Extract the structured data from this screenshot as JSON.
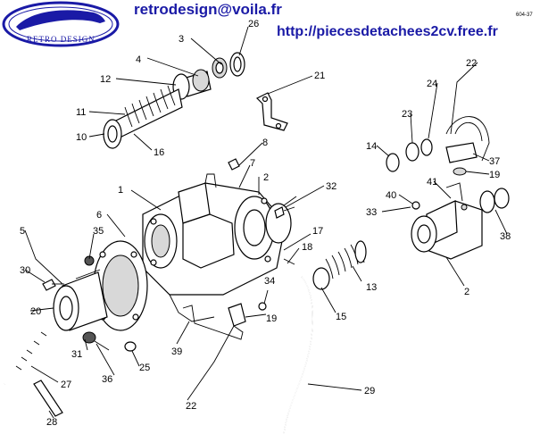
{
  "header": {
    "email": "retrodesign@voila.fr",
    "url": "http://piecesdetachees2cv.free.fr",
    "ref_code": "604-37"
  },
  "logo": {
    "text": "RETRO DESIGN",
    "colors": {
      "ring": "#1a1aa6",
      "fill": "#ffffff"
    }
  },
  "callouts": {
    "c1": "1",
    "c2": "2",
    "c2b": "2",
    "c3": "3",
    "c4": "4",
    "c5": "5",
    "c6": "6",
    "c7": "7",
    "c8": "8",
    "c10": "10",
    "c11": "11",
    "c12": "12",
    "c13": "13",
    "c14": "14",
    "c15": "15",
    "c16": "16",
    "c17": "17",
    "c18": "18",
    "c19a": "19",
    "c19b": "19",
    "c20": "20",
    "c21": "21",
    "c22a": "22",
    "c22b": "22",
    "c23": "23",
    "c24": "24",
    "c25": "25",
    "c26": "26",
    "c27": "27",
    "c28": "28",
    "c29": "29",
    "c30": "30",
    "c31": "31",
    "c32": "32",
    "c33": "33",
    "c34": "34",
    "c35": "35",
    "c36": "36",
    "c37": "37",
    "c38": "38",
    "c39": "39",
    "c40": "40",
    "c41": "41"
  },
  "colors": {
    "header_text": "#1a1aa6",
    "ink": "#000000",
    "background": "#ffffff"
  }
}
